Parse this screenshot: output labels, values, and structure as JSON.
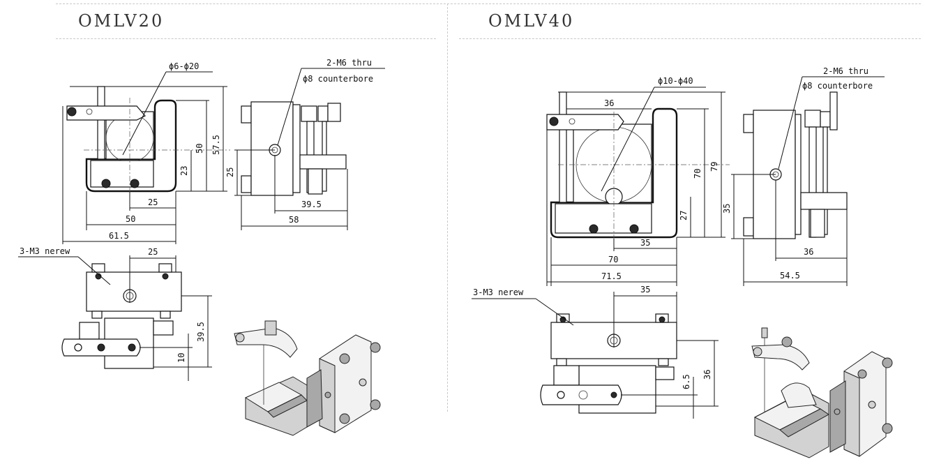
{
  "panels": [
    {
      "model": "OMLV20",
      "dims": {
        "aperture": "ϕ6-ϕ20",
        "screw_line1": "2-M6 thru",
        "screw_line2": "ϕ8 counterbore",
        "h_50": "50",
        "h_57_5": "57.5",
        "h_23": "23",
        "h_25_side": "25",
        "w_25_front": "25",
        "w_50": "50",
        "w_61_5": "61.5",
        "w_39_5_side": "39.5",
        "w_58": "58",
        "screw_m3": "3-M3 nerew",
        "w_25_top": "25",
        "h_39_5_top": "39.5",
        "h_10": "10"
      }
    },
    {
      "model": "OMLV40",
      "dims": {
        "aperture": "ϕ10-ϕ40",
        "screw_line1": "2-M6 thru",
        "screw_line2": "ϕ8 counterbore",
        "w_36_top": "36",
        "h_70": "70",
        "h_79": "79",
        "h_27": "27",
        "h_35_side": "35",
        "w_35_front": "35",
        "w_70": "70",
        "w_71_5": "71.5",
        "w_36_side": "36",
        "w_54_5": "54.5",
        "screw_m3": "3-M3 nerew",
        "w_35_top": "35",
        "h_6_5": "6.5",
        "h_36": "36"
      }
    }
  ]
}
